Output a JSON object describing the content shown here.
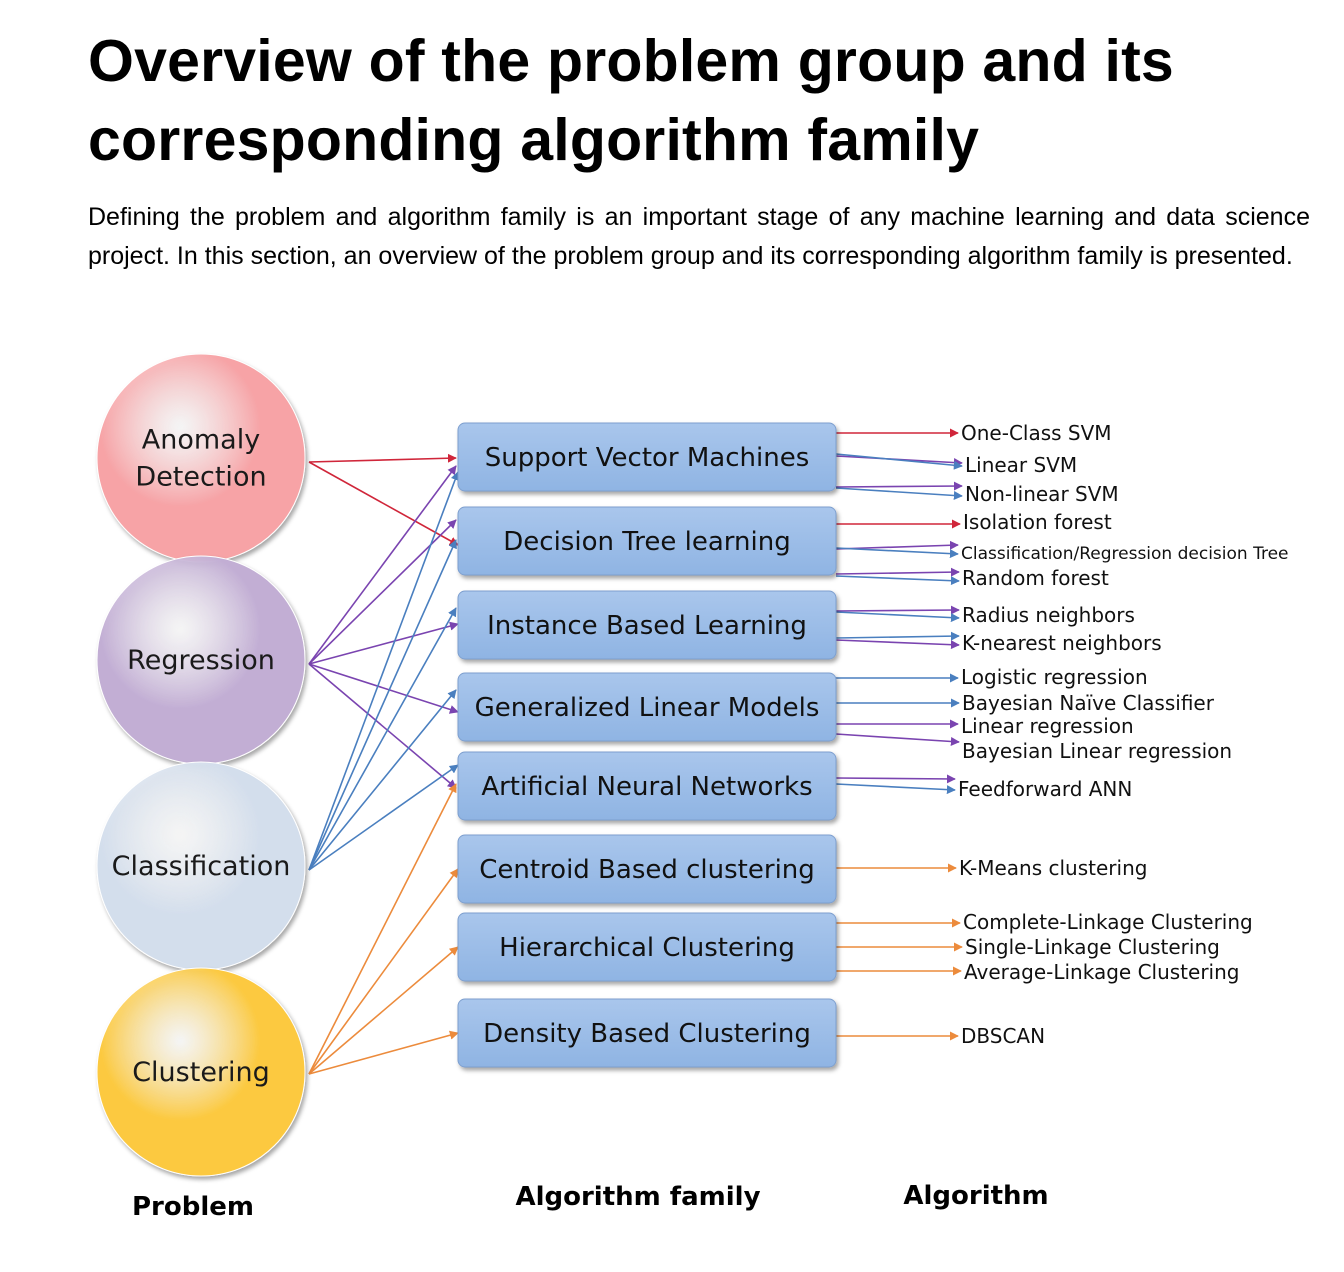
{
  "title": "Overview of the problem group and its corresponding algorithm family",
  "intro": "Defining the problem and algorithm family is an important stage of any machine learning and data science project. In this section, an overview of the problem group and its corresponding algorithm family is presented.",
  "colors": {
    "anomaly": "#d0263a",
    "regression": "#7a44b0",
    "classification": "#4a7fbf",
    "clustering": "#ec8b3c",
    "anomaly_fill": "#f7a3a6",
    "regression_fill": "#c2aed4",
    "classification_fill": "#d3deec",
    "clustering_fill": "#fcc93f",
    "box_fill": "#8fb4e3"
  },
  "columns": {
    "problem": "Problem",
    "family": "Algorithm family",
    "algorithm": "Algorithm"
  },
  "problems": [
    {
      "id": "anomaly",
      "lines": [
        "Anomaly",
        "Detection"
      ],
      "color_key": "anomaly"
    },
    {
      "id": "regression",
      "lines": [
        "Regression"
      ],
      "color_key": "regression"
    },
    {
      "id": "classification",
      "lines": [
        "Classification"
      ],
      "color_key": "classification"
    },
    {
      "id": "clustering",
      "lines": [
        "Clustering"
      ],
      "color_key": "clustering"
    }
  ],
  "families": [
    {
      "id": "svm",
      "label": "Support Vector Machines"
    },
    {
      "id": "dt",
      "label": "Decision Tree learning"
    },
    {
      "id": "ibl",
      "label": "Instance Based Learning"
    },
    {
      "id": "glm",
      "label": "Generalized Linear Models"
    },
    {
      "id": "ann",
      "label": "Artificial Neural Networks"
    },
    {
      "id": "cbc",
      "label": "Centroid Based clustering"
    },
    {
      "id": "hc",
      "label": "Hierarchical Clustering"
    },
    {
      "id": "dbc",
      "label": "Density Based Clustering"
    }
  ],
  "algorithms": [
    {
      "id": "ocsvm",
      "label": "One-Class SVM"
    },
    {
      "id": "lsvm",
      "label": "Linear SVM"
    },
    {
      "id": "nlsvm",
      "label": "Non-linear SVM"
    },
    {
      "id": "iforest",
      "label": "Isolation forest"
    },
    {
      "id": "crdt",
      "label": "Classification/Regression decision Tree"
    },
    {
      "id": "rf",
      "label": "Random forest"
    },
    {
      "id": "rn",
      "label": "Radius neighbors"
    },
    {
      "id": "knn",
      "label": "K-nearest neighbors"
    },
    {
      "id": "logreg",
      "label": "Logistic regression"
    },
    {
      "id": "bnc",
      "label": "Bayesian Naïve Classifier"
    },
    {
      "id": "linreg",
      "label": "Linear regression"
    },
    {
      "id": "blr",
      "label": "Bayesian Linear regression"
    },
    {
      "id": "ffann",
      "label": "Feedforward ANN"
    },
    {
      "id": "kmeans",
      "label": "K-Means clustering"
    },
    {
      "id": "clc",
      "label": "Complete-Linkage Clustering"
    },
    {
      "id": "slc",
      "label": "Single-Linkage Clustering"
    },
    {
      "id": "alc",
      "label": "Average-Linkage Clustering"
    },
    {
      "id": "dbscan",
      "label": "DBSCAN"
    }
  ],
  "problem_links": [
    {
      "from": "anomaly",
      "to": "svm"
    },
    {
      "from": "anomaly",
      "to": "dt"
    },
    {
      "from": "regression",
      "to": "svm"
    },
    {
      "from": "regression",
      "to": "dt"
    },
    {
      "from": "regression",
      "to": "ibl"
    },
    {
      "from": "regression",
      "to": "glm"
    },
    {
      "from": "regression",
      "to": "ann"
    },
    {
      "from": "classification",
      "to": "svm"
    },
    {
      "from": "classification",
      "to": "dt"
    },
    {
      "from": "classification",
      "to": "ibl"
    },
    {
      "from": "classification",
      "to": "glm"
    },
    {
      "from": "classification",
      "to": "ann"
    },
    {
      "from": "clustering",
      "to": "ann"
    },
    {
      "from": "clustering",
      "to": "cbc"
    },
    {
      "from": "clustering",
      "to": "hc"
    },
    {
      "from": "clustering",
      "to": "dbc"
    }
  ],
  "algorithm_links": [
    {
      "from": "svm",
      "to": "ocsvm",
      "color_key": "anomaly"
    },
    {
      "from": "svm",
      "to": "lsvm",
      "color_key": "regression"
    },
    {
      "from": "svm",
      "to": "lsvm",
      "color_key": "classification"
    },
    {
      "from": "svm",
      "to": "nlsvm",
      "color_key": "regression"
    },
    {
      "from": "svm",
      "to": "nlsvm",
      "color_key": "classification"
    },
    {
      "from": "dt",
      "to": "iforest",
      "color_key": "anomaly"
    },
    {
      "from": "dt",
      "to": "crdt",
      "color_key": "regression"
    },
    {
      "from": "dt",
      "to": "crdt",
      "color_key": "classification"
    },
    {
      "from": "dt",
      "to": "rf",
      "color_key": "regression"
    },
    {
      "from": "dt",
      "to": "rf",
      "color_key": "classification"
    },
    {
      "from": "ibl",
      "to": "rn",
      "color_key": "regression"
    },
    {
      "from": "ibl",
      "to": "rn",
      "color_key": "classification"
    },
    {
      "from": "ibl",
      "to": "knn",
      "color_key": "regression"
    },
    {
      "from": "ibl",
      "to": "knn",
      "color_key": "classification"
    },
    {
      "from": "glm",
      "to": "logreg",
      "color_key": "classification"
    },
    {
      "from": "glm",
      "to": "bnc",
      "color_key": "classification"
    },
    {
      "from": "glm",
      "to": "linreg",
      "color_key": "regression"
    },
    {
      "from": "glm",
      "to": "blr",
      "color_key": "regression"
    },
    {
      "from": "ann",
      "to": "ffann",
      "color_key": "regression"
    },
    {
      "from": "ann",
      "to": "ffann",
      "color_key": "classification"
    },
    {
      "from": "cbc",
      "to": "kmeans",
      "color_key": "clustering"
    },
    {
      "from": "hc",
      "to": "clc",
      "color_key": "clustering"
    },
    {
      "from": "hc",
      "to": "slc",
      "color_key": "clustering"
    },
    {
      "from": "hc",
      "to": "alc",
      "color_key": "clustering"
    },
    {
      "from": "dbc",
      "to": "dbscan",
      "color_key": "clustering"
    }
  ]
}
